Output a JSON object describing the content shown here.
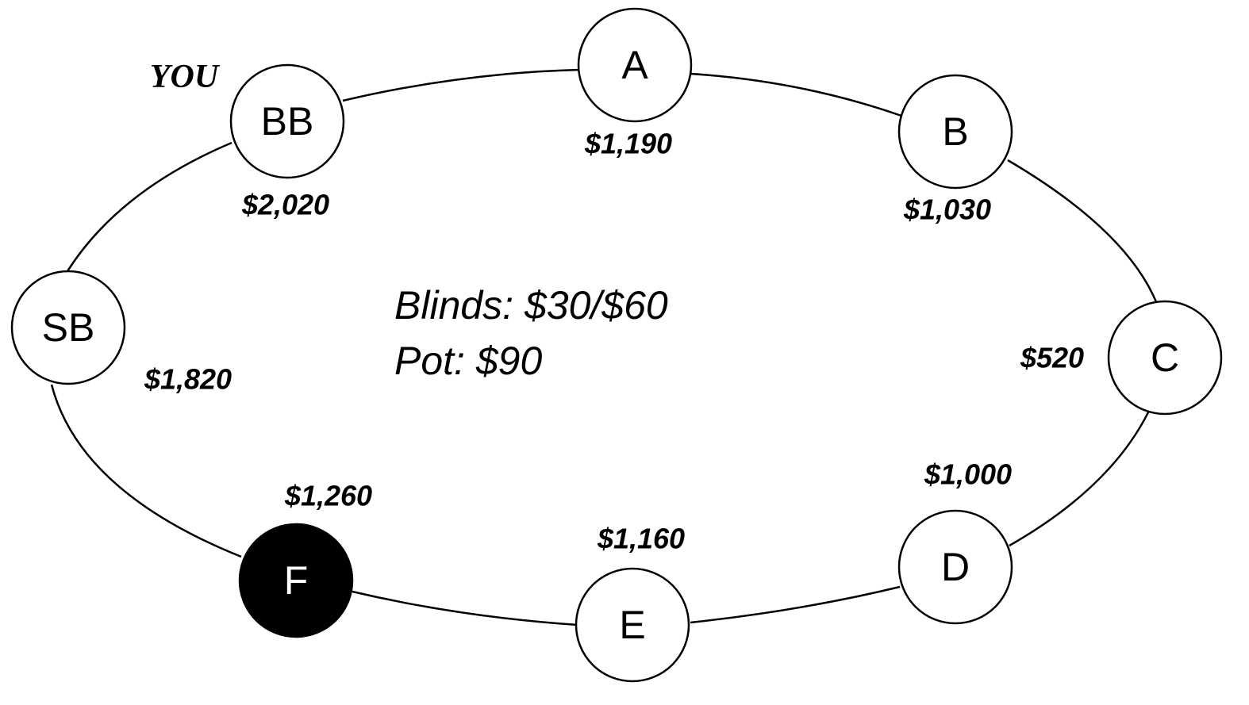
{
  "player_marker": "YOU",
  "info": {
    "blinds": "Blinds: $30/$60",
    "pot": "Pot: $90"
  },
  "seats": [
    {
      "id": "bb",
      "label": "BB",
      "stack": "$2,020"
    },
    {
      "id": "a",
      "label": "A",
      "stack": "$1,190"
    },
    {
      "id": "b",
      "label": "B",
      "stack": "$1,030"
    },
    {
      "id": "c",
      "label": "C",
      "stack": "$520"
    },
    {
      "id": "d",
      "label": "D",
      "stack": "$1,000"
    },
    {
      "id": "e",
      "label": "E",
      "stack": "$1,160"
    },
    {
      "id": "f",
      "label": "F",
      "stack": "$1,260"
    },
    {
      "id": "sb",
      "label": "SB",
      "stack": "$1,820"
    }
  ],
  "colors": {
    "background": "#ffffff",
    "ink": "#000000",
    "highlight_seat_fill": "#000000",
    "highlight_seat_text": "#ffffff"
  }
}
